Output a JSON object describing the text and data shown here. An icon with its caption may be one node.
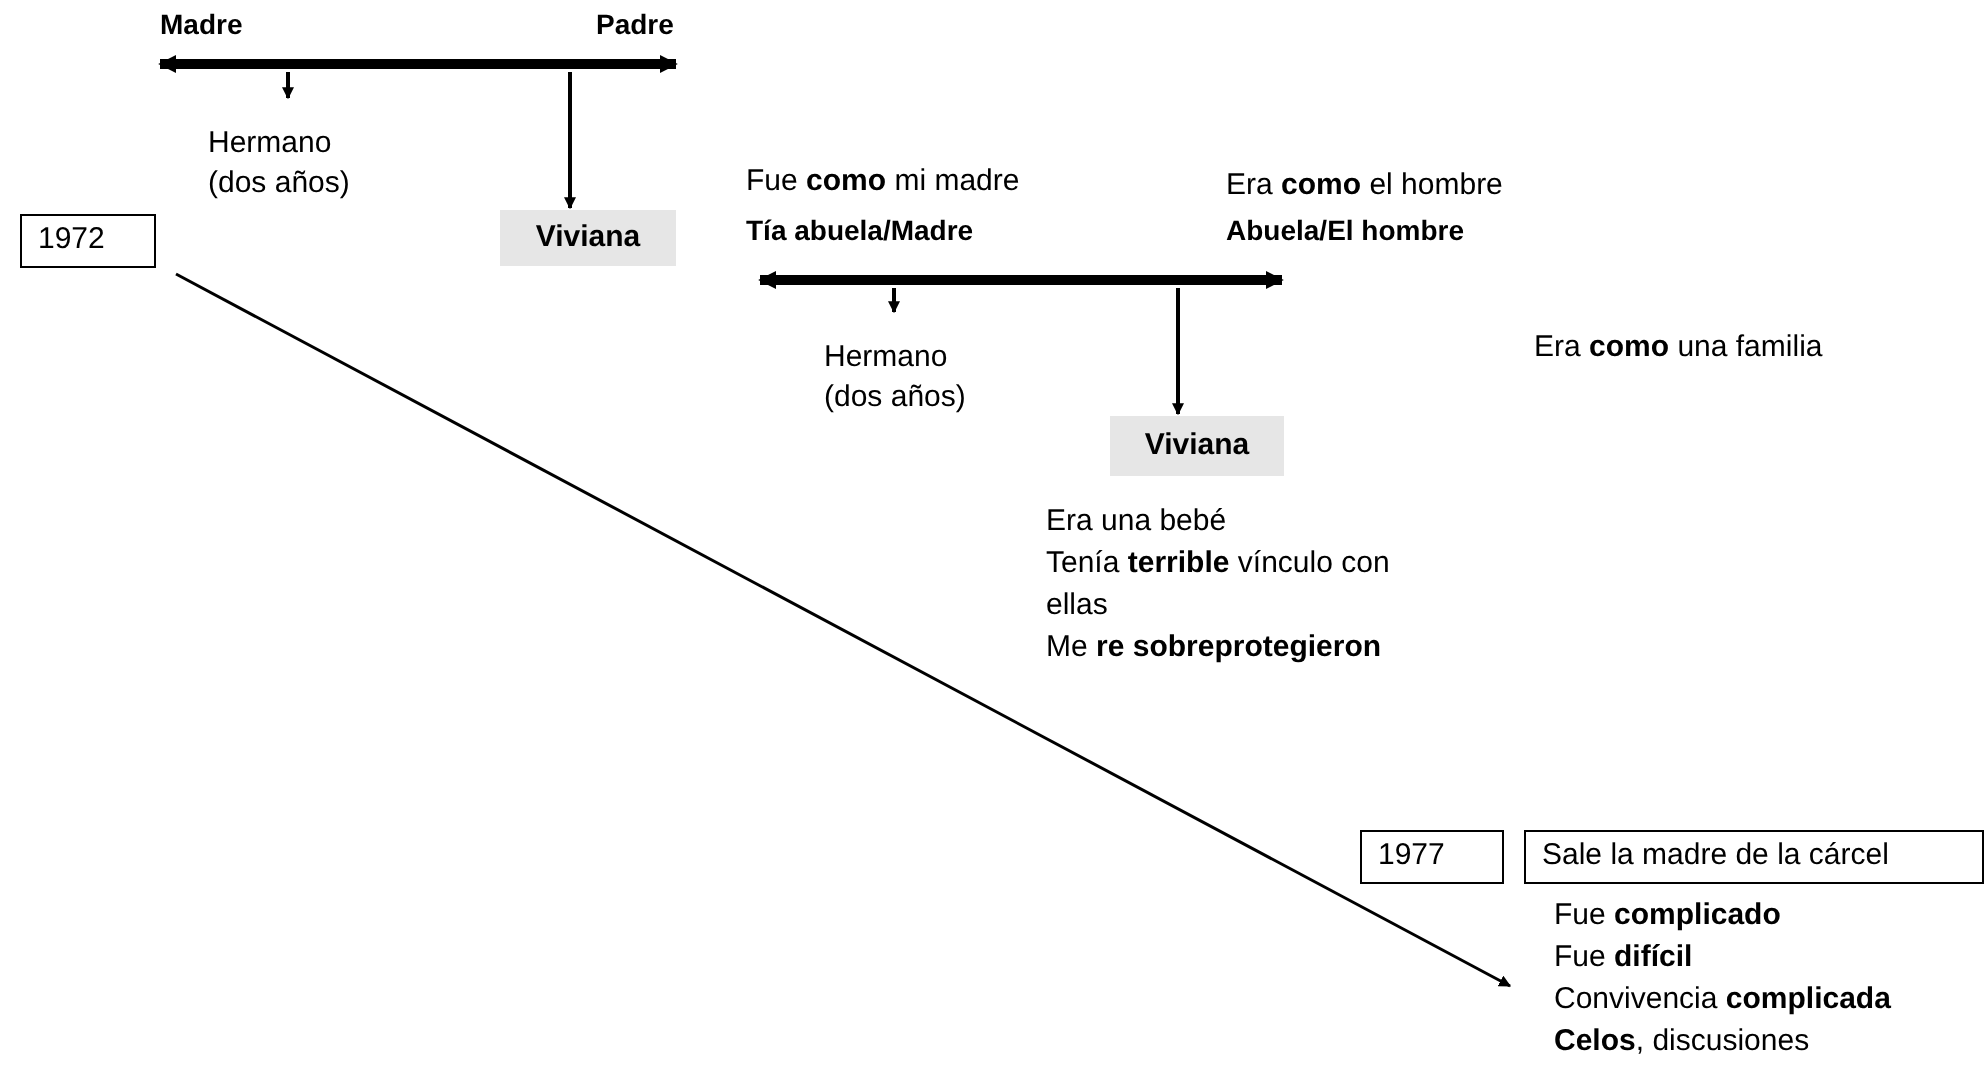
{
  "diagram": {
    "nodes": [
      {
        "text": [
          "Madre"
        ]
      },
      {
        "text": [
          "Padre"
        ]
      },
      {
        "text": [
          "Hermano (dos años)"
        ]
      },
      {
        "text": [
          "Viviana"
        ]
      },
      {
        "text": [
          "1972"
        ]
      },
      {
        "text": [
          "Tía abuela/Madre"
        ],
        "beside": [
          "Fue **como** mi madre"
        ]
      },
      {
        "text": [
          "Abuela/El hombre"
        ],
        "beside": [
          "Era **como** el hombre"
        ]
      },
      {
        "text": [
          "Hermano (dos años)"
        ]
      },
      {
        "text": [
          "Viviana"
        ]
      },
      {
        "text": [
          "1977"
        ]
      },
      {
        "text": [
          "Sale la madre de la cárcel"
        ]
      }
    ],
    "edges": [
      {
        "from": 0,
        "to": 1,
        "arrow": "both",
        "style": "thick"
      },
      {
        "from": null,
        "to": 2,
        "arrow": "to"
      },
      {
        "from": null,
        "to": 3,
        "arrow": "to"
      },
      {
        "from": 5,
        "to": 6,
        "arrow": "both",
        "style": "thick"
      },
      {
        "from": null,
        "to": 7,
        "arrow": "to"
      },
      {
        "from": null,
        "to": 8,
        "arrow": "to"
      },
      {
        "from": 4,
        "to": null,
        "arrow": "to"
      }
    ],
    "labels": [
      "Era **como** una familia",
      "Era una bebé",
      "Tenía **terrible** vínculo con ellas",
      "Me **re sobreprotegieron**",
      "Fue **complicado**",
      "Fue **difícil**",
      "Convivencia **complicada**",
      "**Celos**, discusiones"
    ]
  }
}
